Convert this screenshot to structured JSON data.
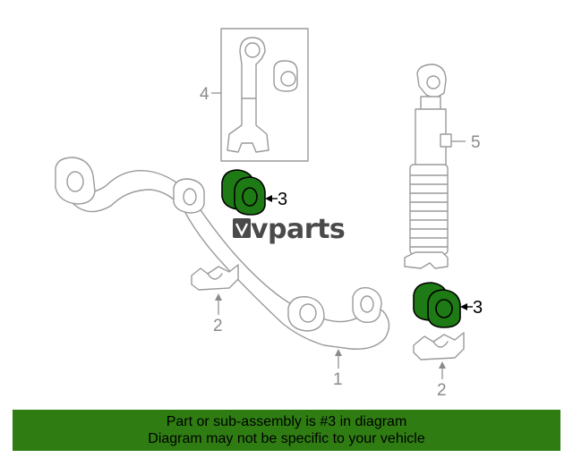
{
  "diagram": {
    "callouts": {
      "c1": "1",
      "c2a": "2",
      "c2b": "2",
      "c3a": "3",
      "c3b": "3",
      "c4": "4",
      "c5": "5"
    },
    "logo": {
      "text": "vparts"
    },
    "highlight_color": "#1e7a14"
  },
  "banner": {
    "line1": "Part or sub-assembly is #3 in diagram",
    "line2": "Diagram may not be specific to your vehicle",
    "color": "#2f7d12"
  }
}
